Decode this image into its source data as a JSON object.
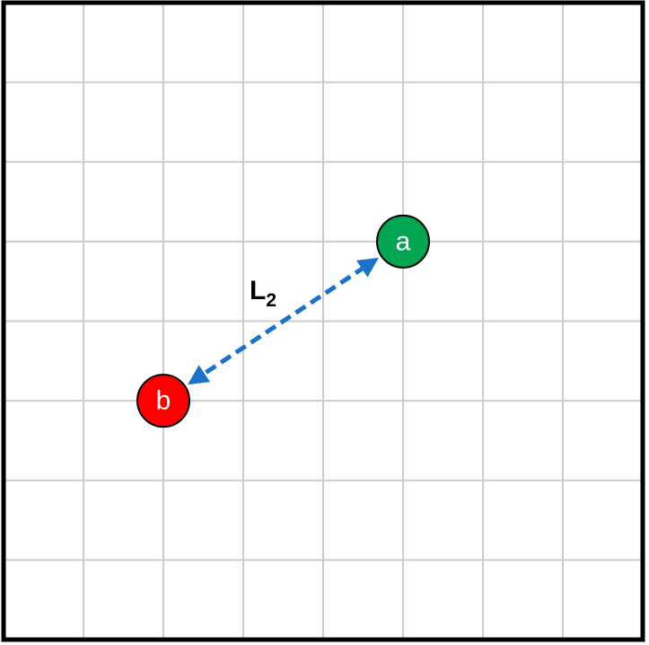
{
  "grid": {
    "columns": 8,
    "rows": 8,
    "line_color": "#cccccc",
    "frame_color": "#000000"
  },
  "points": [
    {
      "id": "a",
      "label": "a",
      "col": 5,
      "row": 3,
      "color": "#00a651"
    },
    {
      "id": "b",
      "label": "b",
      "col": 2,
      "row": 5,
      "color": "#ff0000"
    }
  ],
  "distance": {
    "label": "L",
    "subscript": "2",
    "from": "b",
    "to": "a",
    "color": "#1a73c8",
    "style": "dashed",
    "arrowheads": "both"
  }
}
